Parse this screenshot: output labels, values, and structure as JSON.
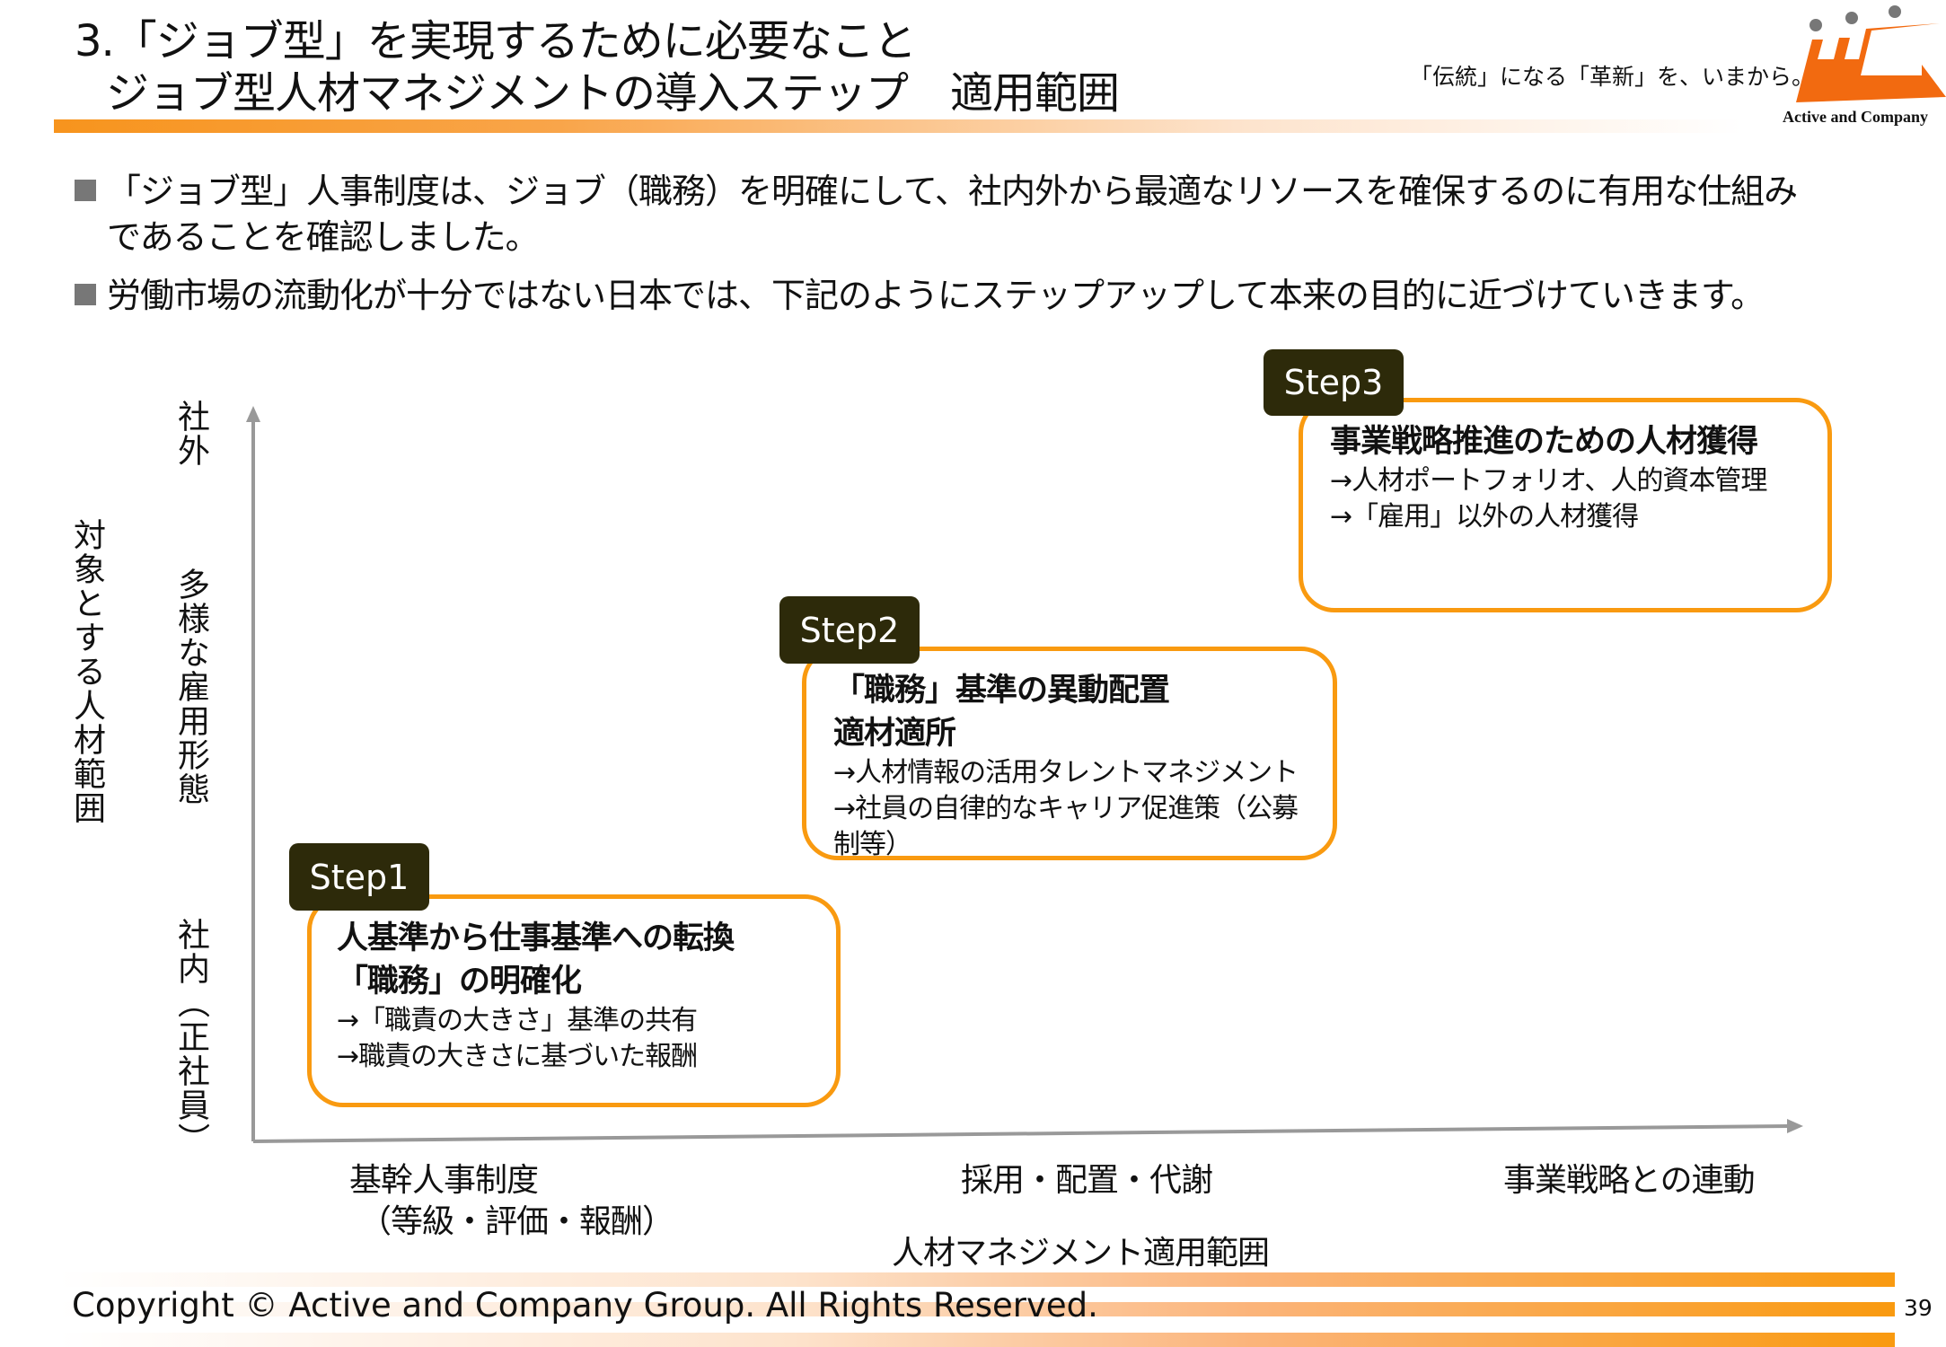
{
  "header": {
    "title_line1": "3.「ジョブ型」を実現するために必要なこと",
    "title_line2": "ジョブ型人材マネジメントの導入ステップ　適用範囲",
    "tagline": "「伝統」になる「革新」を、いまから。",
    "brand": "Active and Company"
  },
  "bullets": [
    "「ジョブ型」人事制度は、ジョブ（職務）を明確にして、社内外から最適なリソースを確保するのに有用な仕組み",
    "であることを確認しました。",
    "労働市場の流動化が十分ではない日本では、下記のようにステップアップして本来の目的に近づけていきます。"
  ],
  "y_axis": {
    "title": "対象とする人材範囲",
    "levels": [
      "社外",
      "多様な雇用形態",
      "社内（正社員）"
    ]
  },
  "x_axis": {
    "title": "人材マネジメント適用範囲",
    "levels": [
      "基幹人事制度",
      "（等級・評価・報酬）",
      "採用・配置・代謝",
      "事業戦略との連動"
    ]
  },
  "steps": [
    {
      "tag": "Step1",
      "titles": [
        "人基準から仕事基準への転換",
        "「職務」の明確化"
      ],
      "lines": [
        "→「職責の大きさ」基準の共有",
        "→職責の大きさに基づいた報酬"
      ]
    },
    {
      "tag": "Step2",
      "titles": [
        "「職務」基準の異動配置",
        "適材適所"
      ],
      "lines": [
        "→人材情報の活用タレントマネジメント",
        "→社員の自律的なキャリア促進策（公募制等）"
      ]
    },
    {
      "tag": "Step3",
      "titles": [
        "事業戦略推進のための人材獲得"
      ],
      "lines": [
        "→人材ポートフォリオ、人的資本管理",
        "→「雇用」以外の人材獲得"
      ]
    }
  ],
  "footer": {
    "copyright": "Copyright © Active and Company Group. All Rights Reserved.",
    "page": "39"
  }
}
